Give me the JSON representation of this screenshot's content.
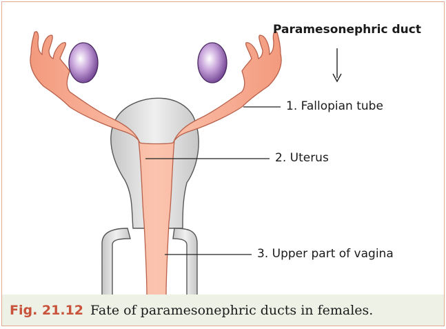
{
  "diagram": {
    "heading": "Paramesonephric duct",
    "labels": [
      "1. Fallopian tube",
      "2. Uterus",
      "3. Upper part of vagina"
    ]
  },
  "caption": {
    "number": "Fig. 21.12",
    "text": "Fate of paramesonephric ducts in females."
  },
  "colors": {
    "duct": "#f4a88d",
    "duct_outline": "#b8604a",
    "organ_gray": "#d4d4d4",
    "ovary": "#8a5fa8",
    "caption_bg": "#edf1e6",
    "fig_number": "#c8523a",
    "border": "#e3a78f"
  }
}
